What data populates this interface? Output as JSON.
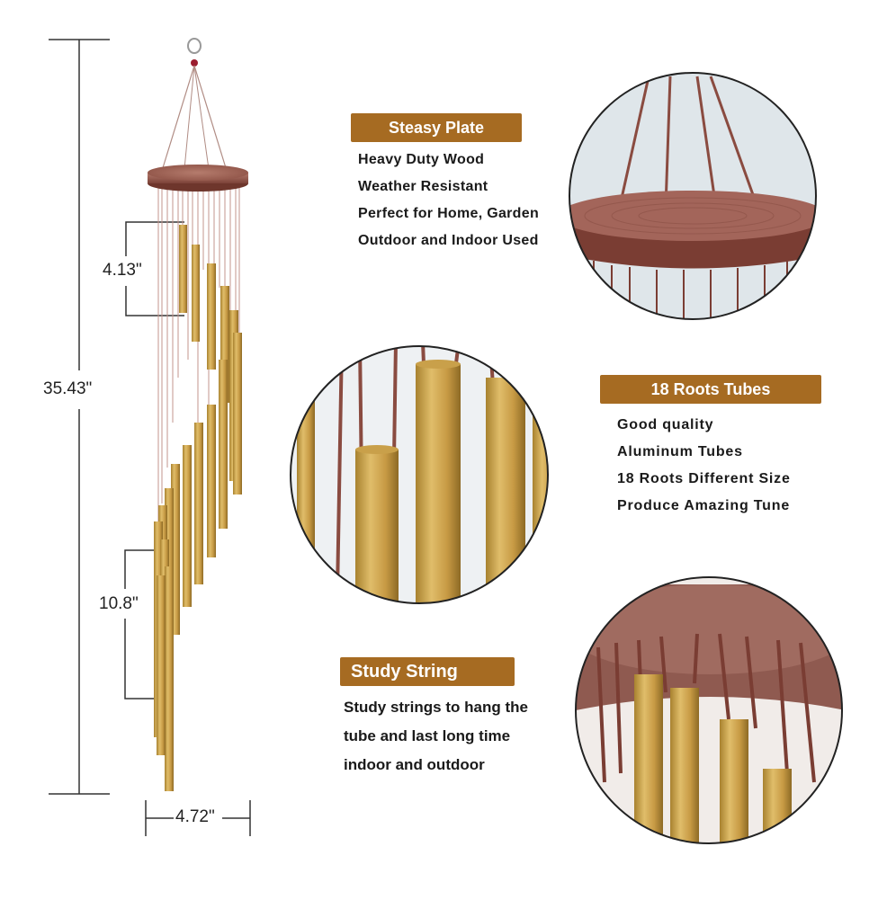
{
  "dimensions": {
    "total_height": "35.43\"",
    "tube_short": "4.13\"",
    "tube_long": "10.8\"",
    "width": "4.72\""
  },
  "sections": [
    {
      "badge": "Steasy Plate",
      "lines": [
        "Heavy Duty Wood",
        "Weather Resistant",
        "Perfect for Home, Garden",
        "Outdoor and Indoor Used"
      ]
    },
    {
      "badge": "18 Roots Tubes",
      "lines": [
        "Good quality",
        "Aluminum Tubes",
        "18 Roots Different Size",
        "Produce Amazing Tune"
      ]
    },
    {
      "badge": "Study String",
      "lines": [
        "Study strings to hang the",
        "tube and last long time",
        "indoor and outdoor"
      ]
    }
  ],
  "colors": {
    "badge": "#a66b22",
    "wood": "#9a5a4e",
    "tube": "#c9a04a",
    "string": "#a0645a"
  }
}
